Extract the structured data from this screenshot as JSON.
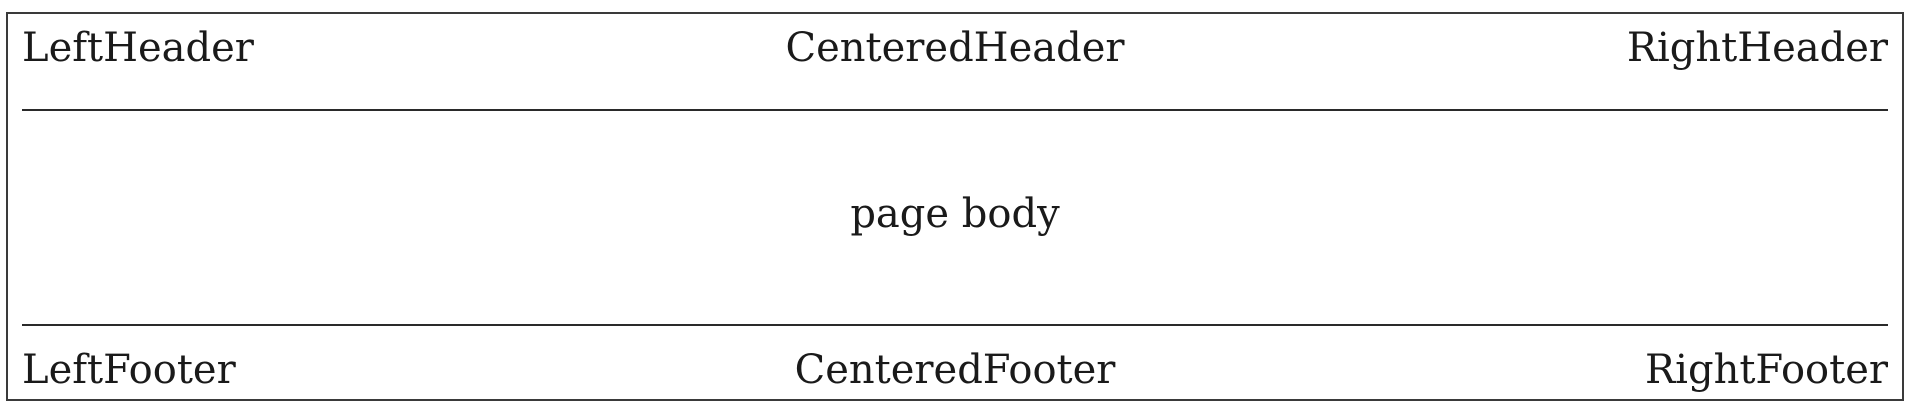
{
  "header": {
    "left": "LeftHeader",
    "center": "CenteredHeader",
    "right": "RightHeader"
  },
  "body": {
    "text": "page body"
  },
  "footer": {
    "left": "LeftFooter",
    "center": "CenteredFooter",
    "right": "RightFooter"
  }
}
